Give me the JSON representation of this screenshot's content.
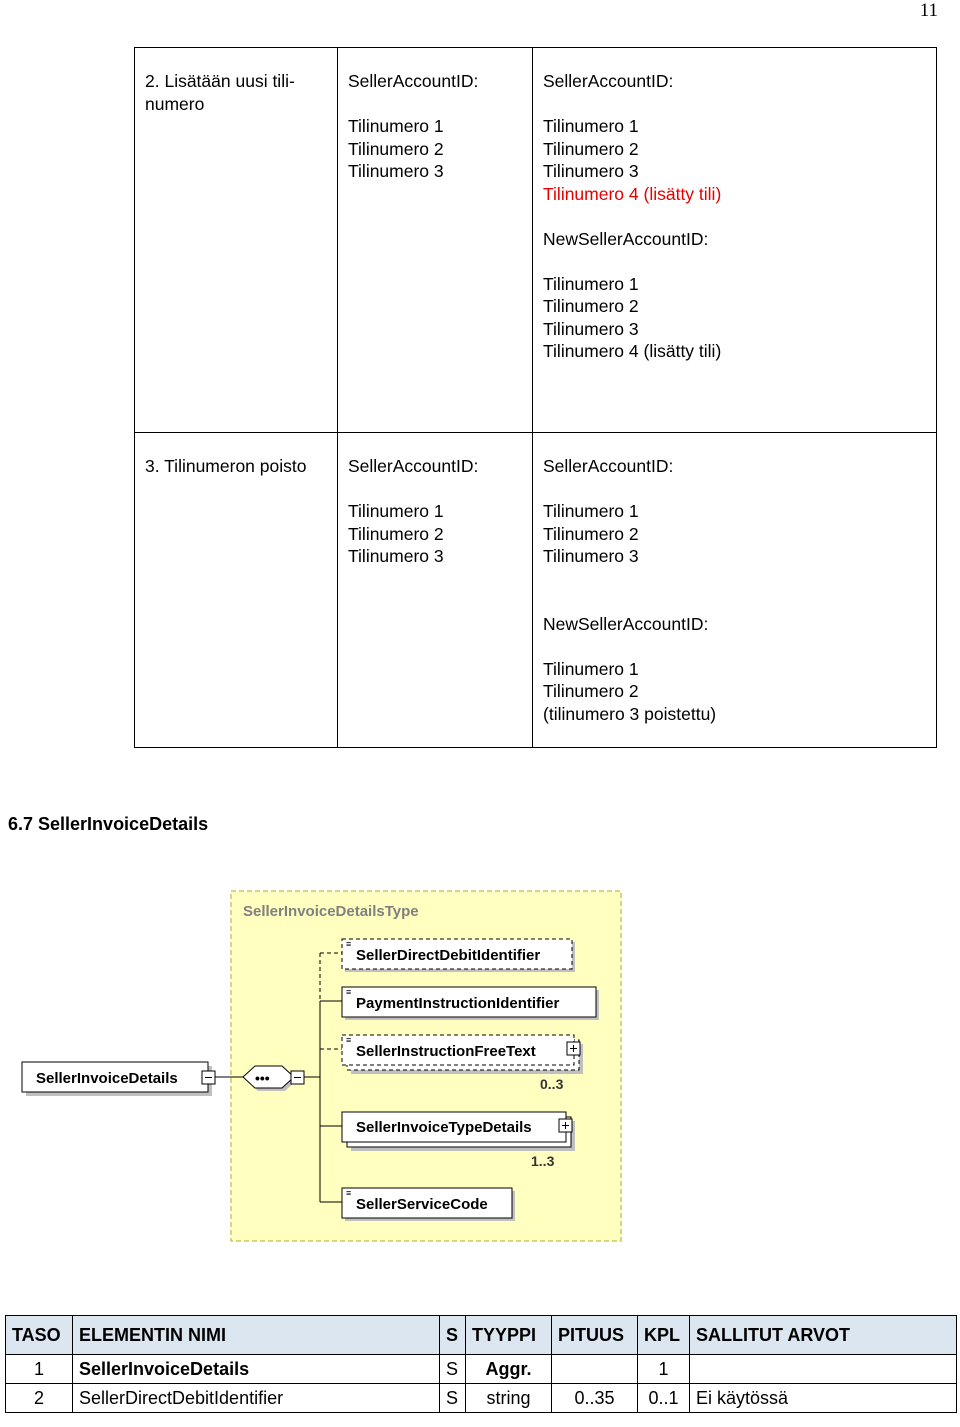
{
  "page_number": "11",
  "cases": [
    {
      "case_label": "2. Lisätään uusi tili-numero",
      "before_title": "SellerAccountID:",
      "before_lines": [
        "Tilinumero 1",
        "Tilinumero 2",
        "Tilinumero 3"
      ],
      "after_title": "SellerAccountID:",
      "after_lines": [
        "Tilinumero 1",
        "Tilinumero 2",
        "Tilinumero 3"
      ],
      "after_added_line": "Tilinumero 4 (lisätty tili)",
      "new_title": "NewSellerAccountID:",
      "new_lines": [
        "Tilinumero 1",
        "Tilinumero 2",
        "Tilinumero 3",
        "Tilinumero 4 (lisätty tili)"
      ]
    },
    {
      "case_label": "3. Tilinumeron poisto",
      "before_title": "SellerAccountID:",
      "before_lines": [
        "Tilinumero 1",
        "Tilinumero 2",
        "Tilinumero 3"
      ],
      "after_title": "SellerAccountID:",
      "after_lines": [
        "Tilinumero 1",
        "Tilinumero 2",
        "Tilinumero 3"
      ],
      "new_title": "NewSellerAccountID:",
      "new_lines": [
        "Tilinumero 1",
        "Tilinumero 2",
        "(tilinumero 3 poistettu)"
      ]
    }
  ],
  "section_heading": "6.7 SellerInvoiceDetails",
  "diagram": {
    "type_label": "SellerInvoiceDetailsType",
    "root_element": "SellerInvoiceDetails",
    "sequence_symbol": "•••",
    "children": [
      {
        "name": "SellerDirectDebitIdentifier",
        "optional": true,
        "expandable": false,
        "multiplicity": ""
      },
      {
        "name": "PaymentInstructionIdentifier",
        "optional": false,
        "expandable": false,
        "multiplicity": ""
      },
      {
        "name": "SellerInstructionFreeText",
        "optional": true,
        "expandable": true,
        "multiplicity": "0..3"
      },
      {
        "name": "SellerInvoiceTypeDetails",
        "optional": false,
        "expandable": true,
        "multiplicity": "1..3"
      },
      {
        "name": "SellerServiceCode",
        "optional": false,
        "expandable": false,
        "multiplicity": ""
      }
    ],
    "colors": {
      "type_bg": "#ffffc0",
      "type_border": "#c8c864",
      "type_label": "#808080"
    }
  },
  "element_table": {
    "headers": [
      "TASO",
      "ELEMENTIN NIMI",
      "S",
      "TYYPPI",
      "PITUUS",
      "KPL",
      "SALLITUT ARVOT"
    ],
    "rows": [
      {
        "taso": "1",
        "name": "SellerInvoiceDetails",
        "s": "S",
        "type": "Aggr.",
        "length": "",
        "kpl": "1",
        "values": ""
      },
      {
        "taso": "2",
        "name": "SellerDirectDebitIdentifier",
        "s": "S",
        "type": "string",
        "length": "0..35",
        "kpl": "0..1",
        "values": "Ei käytössä"
      }
    ]
  }
}
